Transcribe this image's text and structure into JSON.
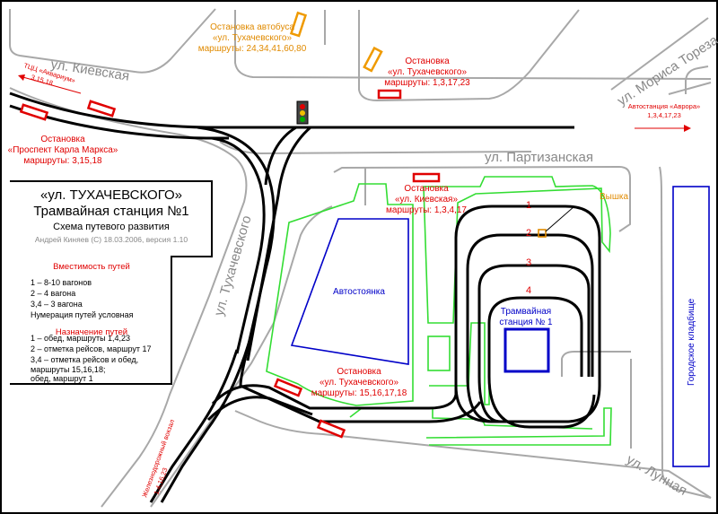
{
  "streets": {
    "kievskaya": "ул. Киевская",
    "tukhachevskogo": "ул. Тухачевского",
    "partizanskaya": "ул. Партизанская",
    "moris_toreza": "ул. Мориса Тореза",
    "lunnaya": "ул. Лунная",
    "gorodskoe_kladbishche": "Городское кладбище"
  },
  "stops": {
    "bus": {
      "title": "Остановка автобуса",
      "name": "«ул. Тухачевского»",
      "routes": "маршруты: 24,34,41,60,80"
    },
    "tukh_top": {
      "title": "Остановка",
      "name": "«ул. Тухачевского»",
      "routes": "маршруты: 1,3,17,23"
    },
    "karl_marx": {
      "title": "Остановка",
      "name": "«Проспект Карла Маркса»",
      "routes": "маршруты: 3,15,18"
    },
    "kievskaya": {
      "title": "Остановка",
      "name": "«ул. Киевская»",
      "routes": "маршруты: 1,3,4,17"
    },
    "tukh_bottom": {
      "title": "Остановка",
      "name": "«ул. Тухачевского»",
      "routes": "маршруты: 15,16,17,18"
    }
  },
  "directions": {
    "tts_line1": "ТЦЦ «Аквариум»",
    "tts_line2": "3,15,18",
    "avrora_line1": "Автостанция «Аврора»",
    "avrora_line2": "1,3,4,17,23",
    "zhd_line1": "Железнодорожный вокзал",
    "zhd_line2": "1,4,16,23"
  },
  "areas": {
    "parking": "Автостоянка",
    "station_line1": "Трамвайная",
    "station_line2": "станция № 1",
    "tower": "Вышка"
  },
  "track_numbers": [
    "1",
    "2",
    "3",
    "4"
  ],
  "legend": {
    "title1": "«ул. ТУХАЧЕВСКОГО»",
    "title2": "Трамвайная станция №1",
    "subtitle": "Схема путевого развития",
    "author": "Андрей Киняев (С) 18.03.2006, версия 1.10",
    "capacity_title": "Вместимость путей",
    "capacity": [
      "1 – 8-10 вагонов",
      "2 – 4 вагона",
      "3,4 – 3 вагона",
      "Нумерация путей условная"
    ],
    "purpose_title": "Назначение путей",
    "purpose": [
      "1 – обед, маршруты 1,4,23",
      "2 – отметка рейсов, маршрут 17",
      "3,4 – отметка рейсов и обед,",
      "маршруты 15,16,18;",
      "обед, маршрут 1"
    ]
  },
  "colors": {
    "road": "#a8a8a8",
    "track": "#000000",
    "green_zone": "#33dd33",
    "tram_stop": "#e00000",
    "bus_stop": "#ef9a00",
    "blue": "#0000c8"
  }
}
